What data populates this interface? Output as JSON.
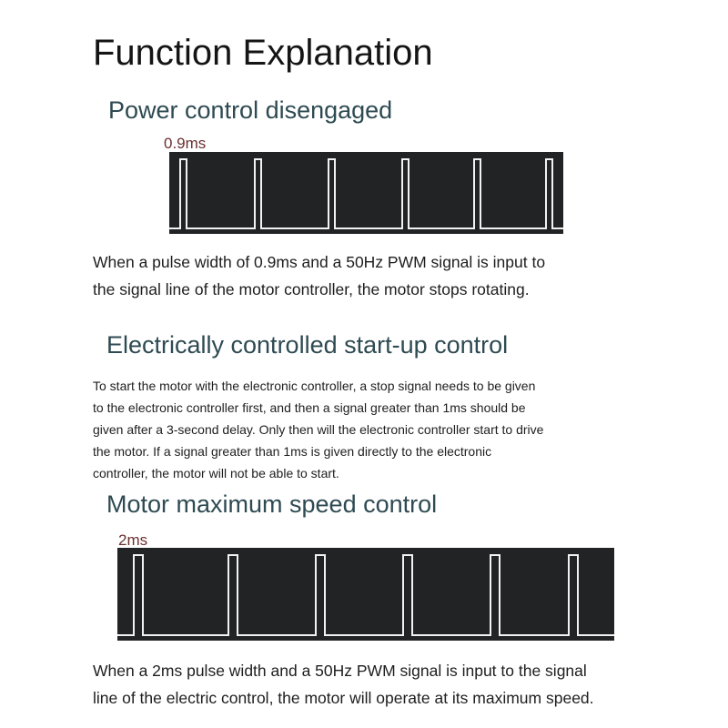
{
  "page": {
    "title": "Function Explanation"
  },
  "sections": [
    {
      "heading": "Power control disengaged",
      "pulse_label": "0.9ms",
      "pulse_width_ms": 0.9,
      "pwm_frequency_hz": 50,
      "body_lines": [
        "When a pulse width of 0.9ms and a 50Hz PWM signal is input to",
        "the signal line of the motor controller, the motor stops rotating."
      ]
    },
    {
      "heading": "Electrically controlled start-up control",
      "body_lines": [
        "To start the motor with the electronic controller, a stop signal needs to be given",
        "to the electronic controller first, and then a signal greater than 1ms should be",
        "given after a 3-second delay. Only then will the electronic controller start to drive",
        "the motor. If a signal greater than 1ms is given directly to the electronic",
        "controller, the motor will not be able to start."
      ]
    },
    {
      "heading": "Motor maximum speed control",
      "pulse_label": "2ms",
      "pulse_width_ms": 2,
      "pwm_frequency_hz": 50,
      "body_lines": [
        "When a 2ms pulse width and a 50Hz PWM signal is input to the signal",
        "line of the electric control, the motor will operate at its maximum speed."
      ]
    }
  ],
  "colors": {
    "waveform_bg": "#222325",
    "waveform_line": "#f2f2f2",
    "heading": "#2e4a52",
    "pulse_label": "#6b3030"
  }
}
